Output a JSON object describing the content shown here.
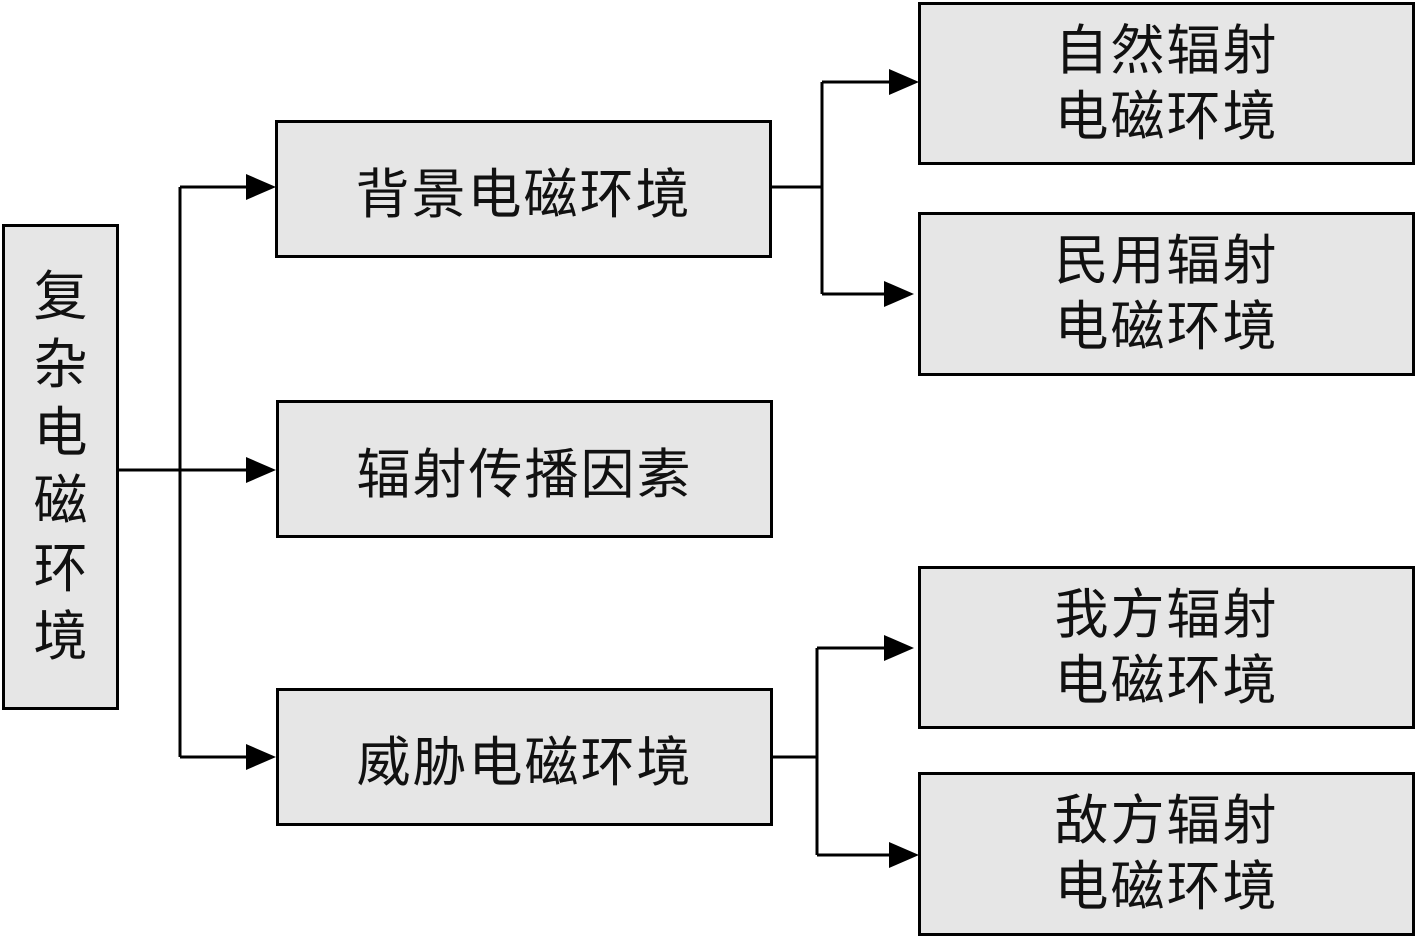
{
  "colors": {
    "box_fill": "#e6e6e6",
    "line": "#000000"
  },
  "root": {
    "chars": [
      "复",
      "杂",
      "电",
      "磁",
      "环",
      "境"
    ]
  },
  "level1": [
    {
      "label": "背景电磁环境"
    },
    {
      "label": "辐射传播因素"
    },
    {
      "label": "威胁电磁环境"
    }
  ],
  "level2": [
    {
      "line1": "自然辐射",
      "line2": "电磁环境"
    },
    {
      "line1": "民用辐射",
      "line2": "电磁环境"
    },
    {
      "line1": "我方辐射",
      "line2": "电磁环境"
    },
    {
      "line1": "敌方辐射",
      "line2": "电磁环境"
    }
  ]
}
